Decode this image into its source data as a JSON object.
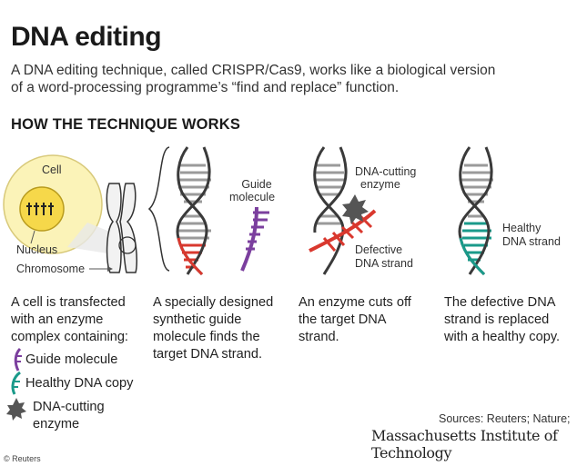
{
  "header": {
    "title": "DNA editing",
    "subtitle_line1": "A DNA editing technique, called CRISPR/Cas9, works like a biological version",
    "subtitle_line2": "of a word-processing programme’s “find and replace” function."
  },
  "section_title": "HOW THE TECHNIQUE WORKS",
  "labels": {
    "cell": "Cell",
    "nucleus": "Nucleus",
    "chromosome": "Chromosome",
    "guide_molecule_1": "Guide",
    "guide_molecule_2": "molecule",
    "enzyme_1": "DNA-cutting",
    "enzyme_2": "enzyme",
    "defective_1": "Defective",
    "defective_2": "DNA strand",
    "healthy_1": "Healthy",
    "healthy_2": "DNA strand"
  },
  "steps": [
    {
      "line1": "A cell is transfected",
      "line2": "with an enzyme",
      "line3": "complex containing:"
    },
    {
      "line1": "A specially designed",
      "line2": "synthetic guide",
      "line3": "molecule finds the",
      "line4": "target DNA strand."
    },
    {
      "line1": "An enzyme cuts off",
      "line2": "the target DNA",
      "line3": "strand."
    },
    {
      "line1": "The defective DNA",
      "line2": "strand is replaced",
      "line3": "with a healthy copy."
    }
  ],
  "legend": {
    "guide": "Guide molecule",
    "healthy": "Healthy DNA copy",
    "enzyme_1": "DNA-cutting",
    "enzyme_2": "enzyme"
  },
  "footer": {
    "sources": "Sources: Reuters; Nature;",
    "mit": "Massachusetts Institute of Technology",
    "credit": "© Reuters"
  },
  "colors": {
    "strand": "#3a3a3a",
    "rung_gray": "#9a9a9a",
    "target_red": "#d9382e",
    "guide_purple": "#7b3f9e",
    "healthy_teal": "#1a9a8a",
    "cell_fill": "#fbf3b8",
    "nucleus_fill": "#f6d84a"
  }
}
